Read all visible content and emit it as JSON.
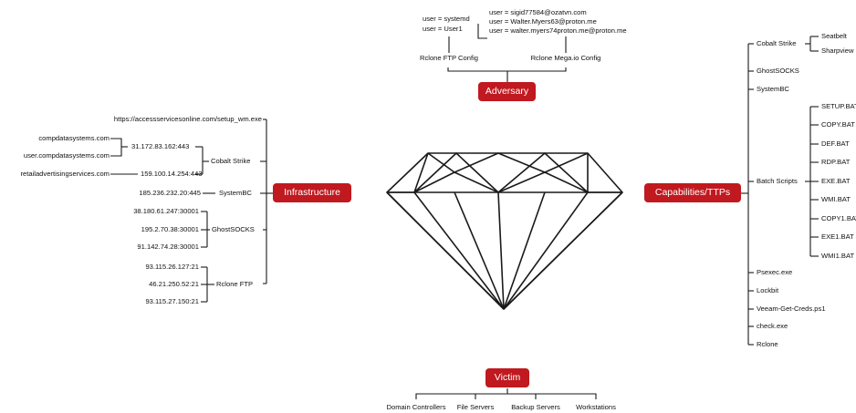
{
  "nodes": {
    "adversary": "Adversary",
    "infrastructure": "Infrastructure",
    "capabilities": "Capabilities/TTPs",
    "victim": "Victim"
  },
  "adversary": {
    "rclone_ftp": {
      "title": "Rclone FTP Config",
      "users": [
        "user = systemd",
        "user = User1"
      ]
    },
    "rclone_mega": {
      "title": "Rclone Mega.io Config",
      "users": [
        "user = sigid77584@ozatvn.com",
        "user = Walter.Myers63@proton.me",
        "user = walter.myers74proton.me@proton.me"
      ]
    }
  },
  "infrastructure": {
    "url": "https://accessservicesonline.com/setup_wm.exe",
    "cobalt_strike": {
      "label": "Cobalt Strike",
      "ips": [
        {
          "ip": "31.172.83.162:443",
          "domains": [
            "compdatasystems.com",
            "user.compdatasystems.com"
          ]
        },
        {
          "ip": "159.100.14.254:443",
          "domains": [
            "retailadvertisingservices.com"
          ]
        }
      ]
    },
    "systembc": {
      "label": "SystemBC",
      "ip": "185.236.232.20:445"
    },
    "ghostsocks": {
      "label": "GhostSOCKS",
      "ips": [
        "38.180.61.247:30001",
        "195.2.70.38:30001",
        "91.142.74.28:30001"
      ]
    },
    "rclone_ftp": {
      "label": "Rclone FTP",
      "ips": [
        "93.115.26.127:21",
        "46.21.250.52:21",
        "93.115.27.150:21"
      ]
    }
  },
  "capabilities": {
    "cobalt_strike": {
      "label": "Cobalt Strike",
      "children": [
        "Seatbelt",
        "Sharpview"
      ]
    },
    "ghostsocks": "GhostSOCKS",
    "systembc": "SystemBC",
    "batch_scripts": {
      "label": "Batch Scripts",
      "files": [
        "SETUP.BAT",
        "COPY.BAT",
        "DEF.BAT",
        "RDP.BAT",
        "EXE.BAT",
        "WMI.BAT",
        "COPY1.BAT",
        "EXE1.BAT",
        "WMI1.BAT"
      ]
    },
    "others": [
      "Psexec.exe",
      "Lockbit",
      "Veeam-Get-Creds.ps1",
      "check.exe",
      "Rclone"
    ]
  },
  "victim": {
    "targets": [
      "Domain Controllers",
      "File Servers",
      "Backup Servers",
      "Workstations"
    ]
  },
  "colors": {
    "accent": "#c0191f",
    "line": "#1a1a1a"
  }
}
